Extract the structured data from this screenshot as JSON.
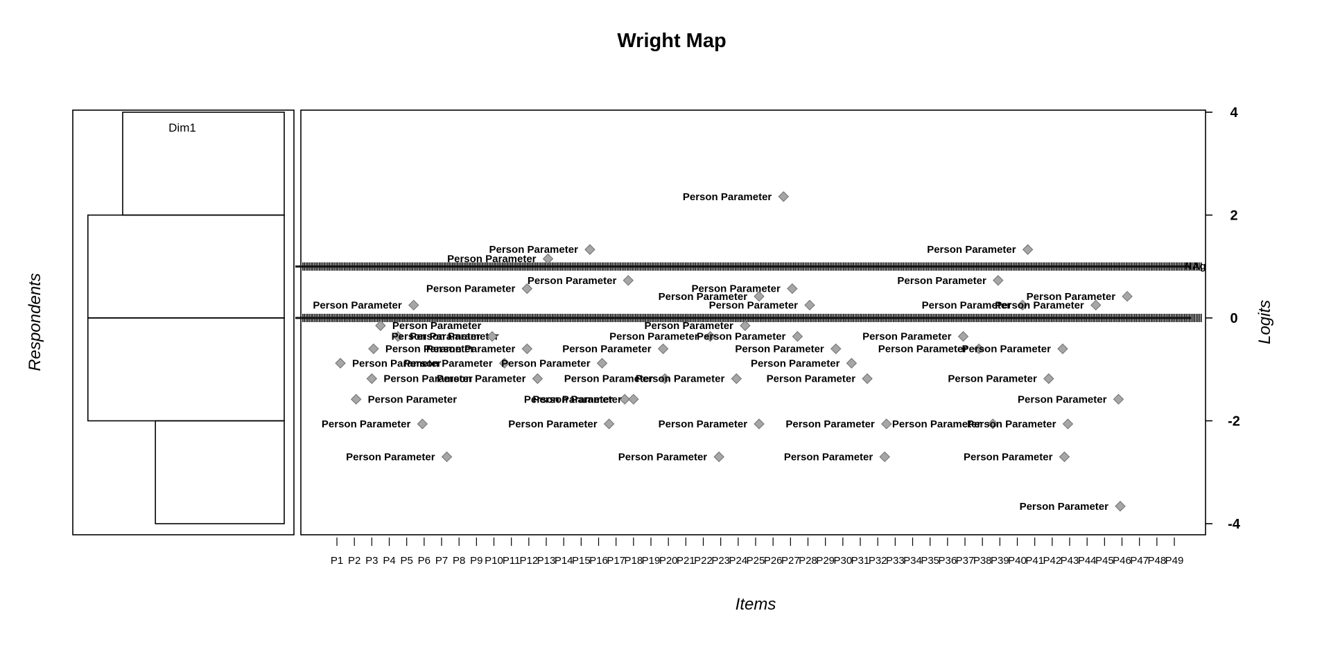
{
  "chart_data": {
    "type": "scatter",
    "title": "Wright Map",
    "xlabel": "Items",
    "ylabel": "Logits",
    "left_ylabel": "Respondents",
    "dimension_label": "Dim1",
    "ylim": [
      -4.2,
      4.05
    ],
    "yticks": [
      4,
      2,
      0,
      -2,
      -4
    ],
    "grid": false,
    "legend": "none",
    "point_label": "Person Parameter",
    "trailing_label": "NAg",
    "n_items": 49,
    "item_labels": [
      "P1",
      "P2",
      "P3",
      "P4",
      "P5",
      "P6",
      "P7",
      "P8",
      "P9",
      "P10",
      "P11",
      "P12",
      "P13",
      "P14",
      "P15",
      "P16",
      "P17",
      "P18",
      "P19",
      "P20",
      "P21",
      "P22",
      "P23",
      "P24",
      "P25",
      "P26",
      "P27",
      "P28",
      "P29",
      "P30",
      "P31",
      "P32",
      "P33",
      "P34",
      "P35",
      "P36",
      "P37",
      "P38",
      "P39",
      "P40",
      "P41",
      "P42",
      "P43",
      "P44",
      "P45",
      "P46",
      "P47",
      "P48",
      "P49"
    ],
    "respondent_distribution": [
      {
        "from": 2,
        "to": 4,
        "width": 0.79
      },
      {
        "from": 0,
        "to": 2,
        "width": 0.96
      },
      {
        "from": -2,
        "to": 0,
        "width": 0.96
      },
      {
        "from": -4,
        "to": -2,
        "width": 0.63
      }
    ],
    "dense_bands": [
      1.0,
      0.0
    ],
    "points": [
      {
        "x": 26.6,
        "y": 2.36
      },
      {
        "x": 15.5,
        "y": 1.33
      },
      {
        "x": 13.1,
        "y": 1.15
      },
      {
        "x": 40.6,
        "y": 1.33
      },
      {
        "x": 17.7,
        "y": 0.73
      },
      {
        "x": 38.9,
        "y": 0.73
      },
      {
        "x": 11.9,
        "y": 0.57
      },
      {
        "x": 27.1,
        "y": 0.57
      },
      {
        "x": 25.2,
        "y": 0.42
      },
      {
        "x": 46.3,
        "y": 0.42
      },
      {
        "x": 5.4,
        "y": 0.25
      },
      {
        "x": 28.1,
        "y": 0.25
      },
      {
        "x": 40.3,
        "y": 0.25
      },
      {
        "x": 44.5,
        "y": 0.25
      },
      {
        "x": 3.5,
        "y": -0.15
      },
      {
        "x": 24.4,
        "y": -0.15
      },
      {
        "x": 4.5,
        "y": -0.36
      },
      {
        "x": 9.9,
        "y": -0.36
      },
      {
        "x": 22.4,
        "y": -0.36
      },
      {
        "x": 27.4,
        "y": -0.36
      },
      {
        "x": 36.9,
        "y": -0.36
      },
      {
        "x": 3.1,
        "y": -0.6
      },
      {
        "x": 11.9,
        "y": -0.6
      },
      {
        "x": 19.7,
        "y": -0.6
      },
      {
        "x": 29.6,
        "y": -0.6
      },
      {
        "x": 37.8,
        "y": -0.6
      },
      {
        "x": 42.6,
        "y": -0.6
      },
      {
        "x": 1.2,
        "y": -0.88
      },
      {
        "x": 10.6,
        "y": -0.88
      },
      {
        "x": 16.2,
        "y": -0.88
      },
      {
        "x": 30.5,
        "y": -0.88
      },
      {
        "x": 3.0,
        "y": -1.18
      },
      {
        "x": 12.5,
        "y": -1.18
      },
      {
        "x": 19.8,
        "y": -1.18
      },
      {
        "x": 23.9,
        "y": -1.18
      },
      {
        "x": 31.4,
        "y": -1.18
      },
      {
        "x": 41.8,
        "y": -1.18
      },
      {
        "x": 2.1,
        "y": -1.58
      },
      {
        "x": 17.5,
        "y": -1.58
      },
      {
        "x": 18.0,
        "y": -1.58
      },
      {
        "x": 45.8,
        "y": -1.58
      },
      {
        "x": 5.9,
        "y": -2.06
      },
      {
        "x": 16.6,
        "y": -2.06
      },
      {
        "x": 25.2,
        "y": -2.06
      },
      {
        "x": 32.5,
        "y": -2.06
      },
      {
        "x": 38.6,
        "y": -2.06
      },
      {
        "x": 42.9,
        "y": -2.06
      },
      {
        "x": 7.3,
        "y": -2.7
      },
      {
        "x": 22.9,
        "y": -2.7
      },
      {
        "x": 32.4,
        "y": -2.7
      },
      {
        "x": 42.7,
        "y": -2.7
      },
      {
        "x": 45.9,
        "y": -3.66
      }
    ]
  },
  "colors": {
    "point_fill": "#a6a6a6",
    "point_stroke": "#6e6e6e",
    "ink": "#000000"
  }
}
